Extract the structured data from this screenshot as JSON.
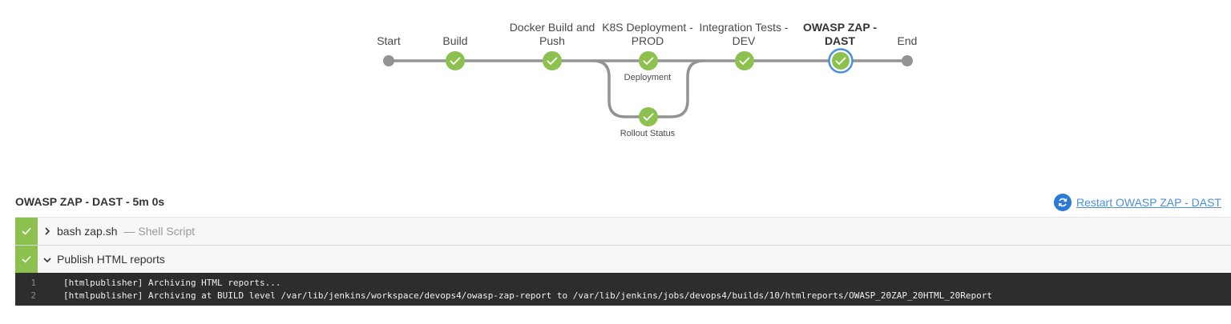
{
  "pipeline": {
    "stages": [
      {
        "id": "start",
        "label": "Start",
        "status": "start-end"
      },
      {
        "id": "build",
        "label": "Build",
        "status": "success"
      },
      {
        "id": "docker",
        "label": "Docker Build and Push",
        "status": "success"
      },
      {
        "id": "k8s",
        "label": "K8S Deployment - PROD",
        "status": "success"
      },
      {
        "id": "integration",
        "label": "Integration Tests - DEV",
        "status": "success"
      },
      {
        "id": "owasp",
        "label": "OWASP ZAP - DAST",
        "status": "success",
        "selected": true
      },
      {
        "id": "end",
        "label": "End",
        "status": "start-end"
      }
    ],
    "parallel_branches": [
      {
        "label": "Deployment",
        "status": "success"
      },
      {
        "label": "Rollout Status",
        "status": "success"
      }
    ],
    "colors": {
      "success": "#8cc04f",
      "line": "#949393",
      "selected_ring": "#4a90d9"
    }
  },
  "stage_detail": {
    "title": "OWASP ZAP - DAST - 5m 0s",
    "restart_label": "Restart OWASP ZAP - DAST",
    "restart_icon": "refresh-icon",
    "steps": [
      {
        "name": "bash zap.sh",
        "description": "— Shell Script",
        "expanded": false,
        "status": "success"
      },
      {
        "name": "Publish HTML reports",
        "description": "",
        "expanded": true,
        "status": "success"
      }
    ],
    "log": [
      {
        "num": "1",
        "text": "[htmlpublisher] Archiving HTML reports..."
      },
      {
        "num": "2",
        "text": "[htmlpublisher] Archiving at BUILD level /var/lib/jenkins/workspace/devops4/owasp-zap-report to /var/lib/jenkins/jobs/devops4/builds/10/htmlreports/OWASP_20ZAP_20HTML_20Report"
      }
    ]
  }
}
